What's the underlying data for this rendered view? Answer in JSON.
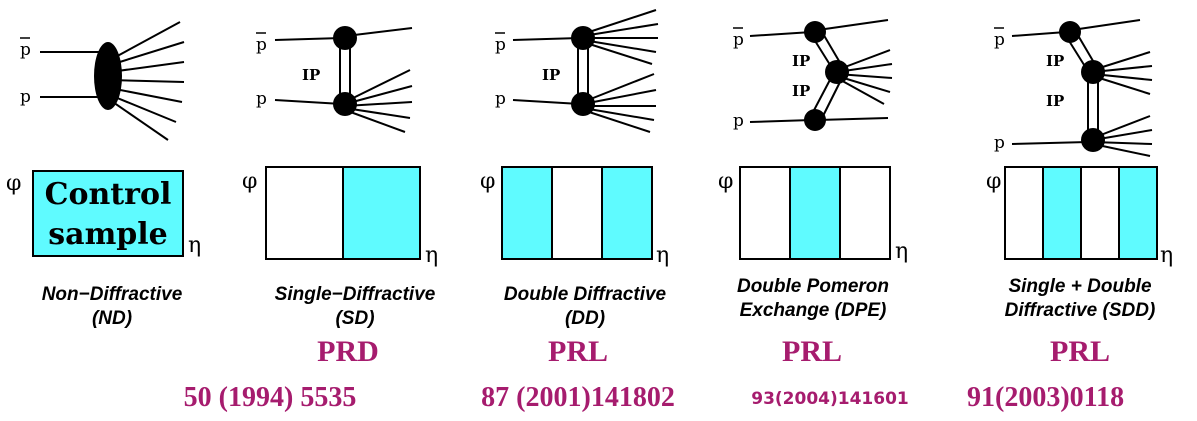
{
  "colors": {
    "fill": "#5ffbff",
    "journal": "#a61c6e"
  },
  "labels": {
    "pbar": "p",
    "p": "p",
    "pomeron": "IP",
    "phi": "φ",
    "eta": "η"
  },
  "panels": [
    {
      "id": "nd",
      "pattern": [
        1
      ],
      "box_text": [
        "Control",
        "sample"
      ],
      "caption": [
        "Non−Diffractive",
        "(ND)"
      ],
      "journal": "",
      "reference": "50 (1994) 5535"
    },
    {
      "id": "sd",
      "pattern": [
        0,
        1
      ],
      "caption": [
        "Single−Diffractive",
        "(SD)"
      ],
      "journal": "PRD",
      "reference": "87 (2001)141802"
    },
    {
      "id": "dd",
      "pattern": [
        1,
        0,
        1
      ],
      "caption": [
        "Double Diffractive",
        "(DD)"
      ],
      "journal": "PRL",
      "reference": "93(2004)141601"
    },
    {
      "id": "dpe",
      "pattern": [
        0,
        1,
        0
      ],
      "caption": [
        "Double Pomeron",
        "Exchange (DPE)"
      ],
      "journal": "PRL",
      "reference": "91(2003)0118"
    },
    {
      "id": "sdd",
      "pattern": [
        0,
        1,
        0,
        1
      ],
      "caption": [
        "Single + Double",
        "Diffractive (SDD)"
      ],
      "journal": "PRL",
      "reference": ""
    }
  ]
}
